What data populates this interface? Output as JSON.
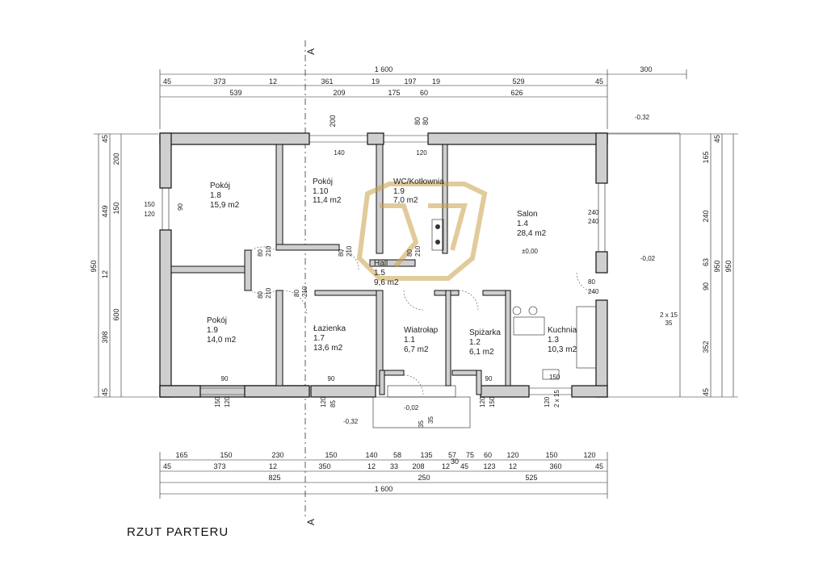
{
  "title": "RZUT  PARTERU",
  "section_marker": "A",
  "top_dims": {
    "total": "1 600",
    "right_ext": "300",
    "row1": [
      "45",
      "373",
      "12",
      "361",
      "19",
      "197",
      "19",
      "529",
      "45"
    ],
    "row2": [
      "539",
      "209",
      "175",
      "60",
      "626"
    ],
    "openings": [
      "200",
      "80",
      "80"
    ],
    "window_labels": [
      "140",
      "120"
    ]
  },
  "bottom_dims": {
    "row1": [
      "165",
      "150",
      "230",
      "150",
      "140",
      "58",
      "135",
      "57",
      "75",
      "60",
      "120",
      "150",
      "120"
    ],
    "row2": [
      "45",
      "373",
      "12",
      "350",
      "12",
      "33",
      "208",
      "12",
      "45",
      "123",
      "12",
      "360",
      "45"
    ],
    "row3": [
      "825",
      "250",
      "525"
    ],
    "total": "1 600",
    "mid_30": "30"
  },
  "left_dims": {
    "outer": "950",
    "col1": [
      "45",
      "449",
      "12",
      "398",
      "45"
    ],
    "col2": [
      "200",
      "150",
      "600"
    ],
    "window": [
      "150",
      "120"
    ]
  },
  "right_dims": {
    "outer": "950",
    "col1": [
      "165",
      "240",
      "63",
      "90",
      "352",
      "45"
    ],
    "col2": [
      "950"
    ],
    "stairs": "2 x 15",
    "stairs2": "35"
  },
  "levels": {
    "top_right": "-0,32",
    "right": "-0,02",
    "salon": "±0,00",
    "entrance": "-0,02",
    "bottom_left": "-0,32"
  },
  "rooms": [
    {
      "name": "Pokój",
      "num": "1.8",
      "area": "15,9 m2"
    },
    {
      "name": "Pokój",
      "num": "1.10",
      "area": "11,4 m2"
    },
    {
      "name": "WC/Kotłownia",
      "num": "1.9",
      "area": "7,0 m2"
    },
    {
      "name": "Salon",
      "num": "1.4",
      "area": "28,4 m2"
    },
    {
      "name": "Hall",
      "num": "1.5",
      "area": "9,6 m2"
    },
    {
      "name": "Pokój",
      "num": "1.9",
      "area": "14,0 m2"
    },
    {
      "name": "Łazienka",
      "num": "1.7",
      "area": "13,6 m2"
    },
    {
      "name": "Wiatrołap",
      "num": "1.1",
      "area": "6,7 m2"
    },
    {
      "name": "Spiżarka",
      "num": "1.2",
      "area": "6,1 m2"
    },
    {
      "name": "Kuchnia",
      "num": "1.3",
      "area": "10,3 m2"
    }
  ],
  "openings_inner": [
    "90",
    "90",
    "80",
    "210",
    "80",
    "210",
    "80",
    "210",
    "80",
    "210",
    "80",
    "210",
    "240",
    "240",
    "240",
    "80",
    "240",
    "150",
    "120",
    "90",
    "90",
    "90",
    "150",
    "120",
    "85",
    "120",
    "150",
    "120",
    "2 x 15",
    "35"
  ],
  "colors": {
    "wall_fill": "#cfcfcf",
    "logo_gold": "#c9a24a"
  }
}
